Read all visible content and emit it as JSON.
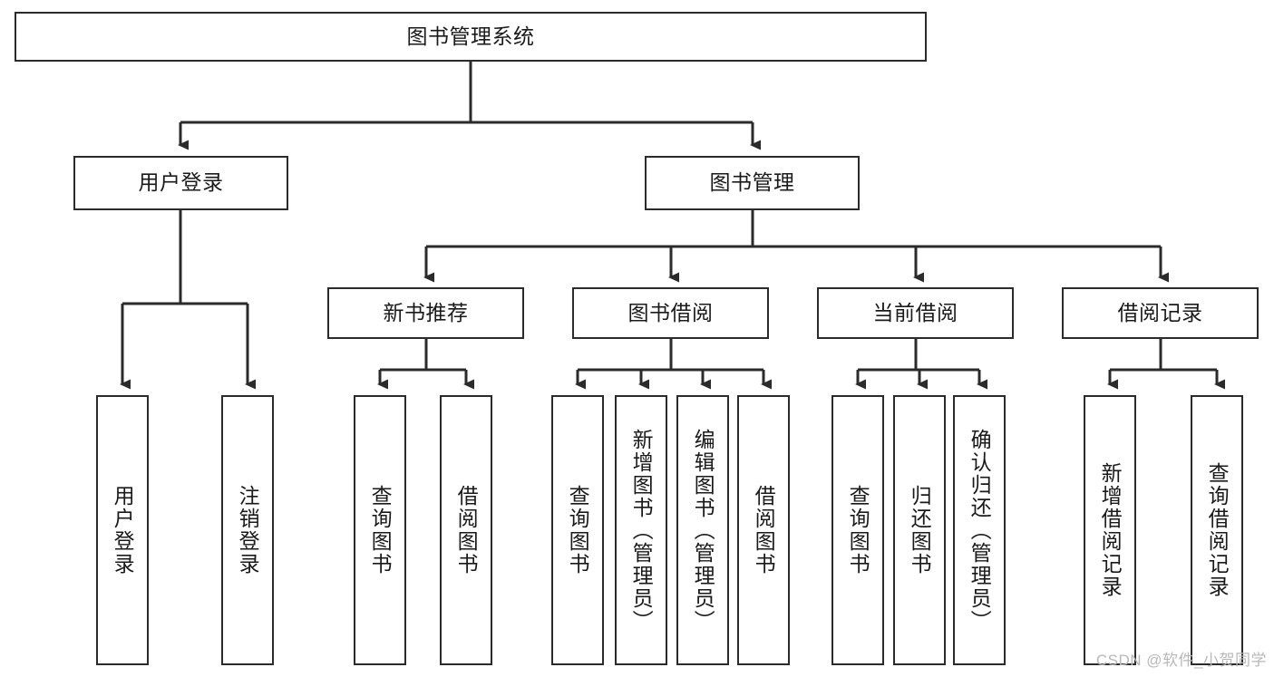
{
  "diagram": {
    "type": "tree",
    "title": "图书管理系统",
    "root": {
      "id": "root",
      "label": "图书管理系统"
    },
    "level2": [
      {
        "id": "user-login",
        "label": "用户登录"
      },
      {
        "id": "book-manage",
        "label": "图书管理"
      }
    ],
    "level3": [
      {
        "id": "new-book-recommend",
        "label": "新书推荐",
        "parent": "book-manage"
      },
      {
        "id": "book-borrow",
        "label": "图书借阅",
        "parent": "book-manage"
      },
      {
        "id": "current-borrow",
        "label": "当前借阅",
        "parent": "book-manage"
      },
      {
        "id": "borrow-record",
        "label": "借阅记录",
        "parent": "book-manage"
      }
    ],
    "leaves": [
      {
        "id": "leaf-user-login",
        "label": "用户登录",
        "parent": "user-login"
      },
      {
        "id": "leaf-logout",
        "label": "注销登录",
        "parent": "user-login"
      },
      {
        "id": "leaf-query-book-1",
        "label": "查询图书",
        "parent": "new-book-recommend"
      },
      {
        "id": "leaf-borrow-book-1",
        "label": "借阅图书",
        "parent": "new-book-recommend"
      },
      {
        "id": "leaf-query-book-2",
        "label": "查询图书",
        "parent": "book-borrow"
      },
      {
        "id": "leaf-add-book",
        "label": "新增图书（管理员）",
        "parent": "book-borrow"
      },
      {
        "id": "leaf-edit-book",
        "label": "编辑图书（管理员）",
        "parent": "book-borrow"
      },
      {
        "id": "leaf-borrow-book-2",
        "label": "借阅图书",
        "parent": "book-borrow"
      },
      {
        "id": "leaf-query-book-3",
        "label": "查询图书",
        "parent": "current-borrow"
      },
      {
        "id": "leaf-return-book",
        "label": "归还图书",
        "parent": "current-borrow"
      },
      {
        "id": "leaf-confirm-return",
        "label": "确认归还（管理员）",
        "parent": "current-borrow"
      },
      {
        "id": "leaf-add-record",
        "label": "新增借阅记录",
        "parent": "borrow-record"
      },
      {
        "id": "leaf-query-record",
        "label": "查询借阅记录",
        "parent": "borrow-record"
      }
    ]
  },
  "watermark": {
    "text": "CSDN @软件_小贺同学"
  },
  "colors": {
    "stroke": "#2b2b2b",
    "background": "#ffffff",
    "text": "#1a1a1a",
    "watermark": "#b8b8b8"
  }
}
